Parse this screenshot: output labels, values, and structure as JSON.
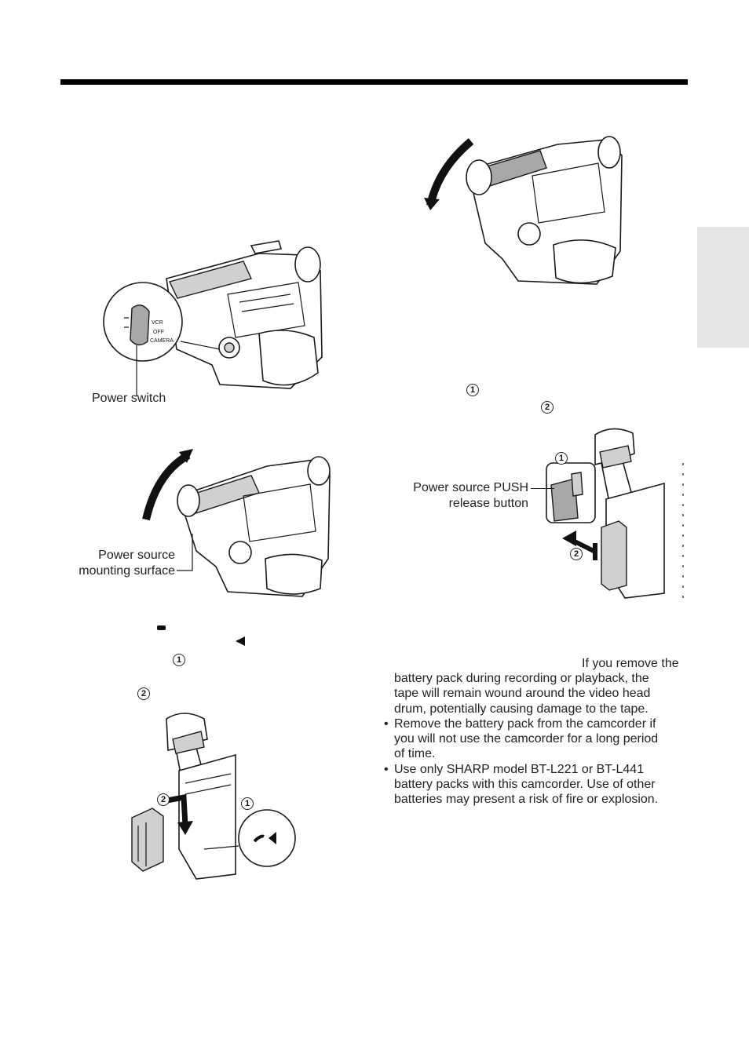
{
  "labels": {
    "power_switch": "Power switch",
    "power_source_mounting_line1": "Power source",
    "power_source_mounting_line2": "mounting surface",
    "push_release_line1": "Power source PUSH",
    "push_release_line2": "release button",
    "switch_vcr": "VCR",
    "switch_off": "OFF",
    "switch_camera": "CAMERA"
  },
  "step_markers": {
    "one": "1",
    "two": "2"
  },
  "notes": {
    "first_line_tail": "If you remove the",
    "first_cont_1": "battery pack during recording or playback, the",
    "first_cont_2": "tape will remain wound around the video head",
    "first_cont_3": "drum, potentially causing damage to the tape.",
    "bullet_symbol": "•",
    "second_1": "Remove the battery pack from the camcorder if",
    "second_2": "you will not use the camcorder for a long period",
    "second_3": "of time.",
    "third_1": "Use only SHARP model BT-L221 or BT-L441",
    "third_2": "battery packs with this camcorder. Use of other",
    "third_3": "batteries may present a risk of fire or explosion."
  },
  "icons": {
    "dash_mark": "dash-mark-icon",
    "arrow_mark": "triangle-left-icon"
  }
}
